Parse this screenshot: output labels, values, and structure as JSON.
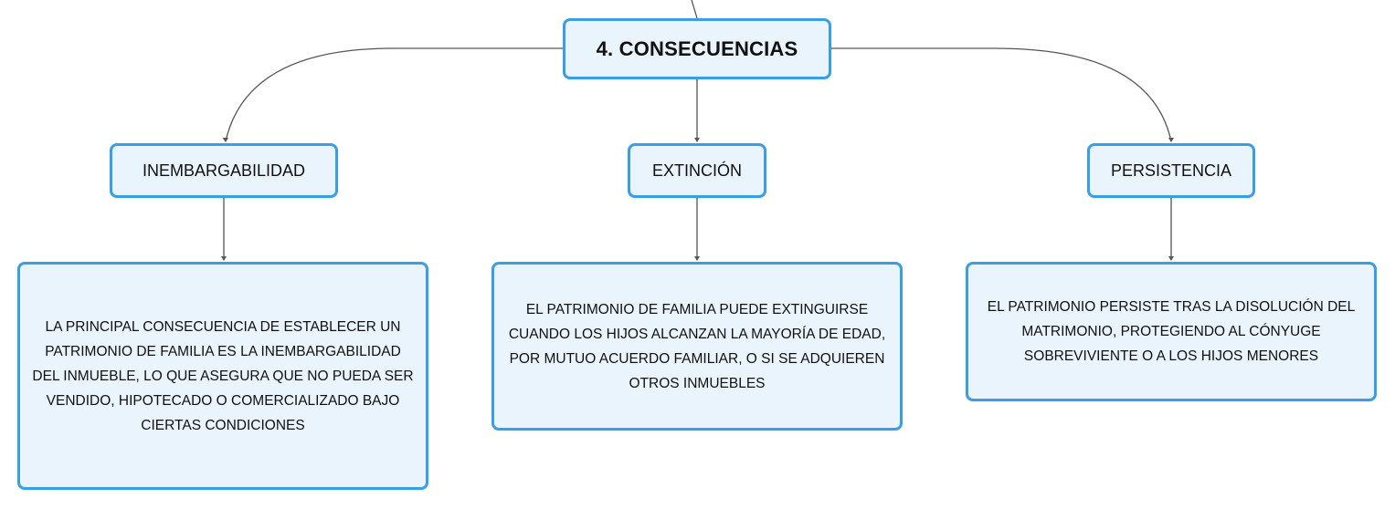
{
  "colors": {
    "node_fill": "#eaf4fc",
    "node_border": "#3a9ee6",
    "connector": "#555555",
    "text": "#111111"
  },
  "root": {
    "label": "4. CONSECUENCIAS"
  },
  "branches": [
    {
      "label": "INEMBARGABILIDAD",
      "detail": "LA PRINCIPAL CONSECUENCIA DE ESTABLECER UN PATRIMONIO DE FAMILIA ES LA INEMBARGABILIDAD DEL INMUEBLE, LO QUE ASEGURA QUE NO PUEDA SER VENDIDO, HIPOTECADO O COMERCIALIZADO BAJO CIERTAS CONDICIONES"
    },
    {
      "label": "EXTINCIÓN",
      "detail": "EL PATRIMONIO DE FAMILIA PUEDE EXTINGUIRSE CUANDO LOS HIJOS ALCANZAN LA MAYORÍA DE EDAD, POR MUTUO ACUERDO FAMILIAR, O SI SE ADQUIEREN OTROS INMUEBLES"
    },
    {
      "label": "PERSISTENCIA",
      "detail": "EL PATRIMONIO PERSISTE TRAS LA DISOLUCIÓN DEL MATRIMONIO, PROTEGIENDO AL CÓNYUGE SOBREVIVIENTE O A LOS HIJOS MENORES"
    }
  ]
}
